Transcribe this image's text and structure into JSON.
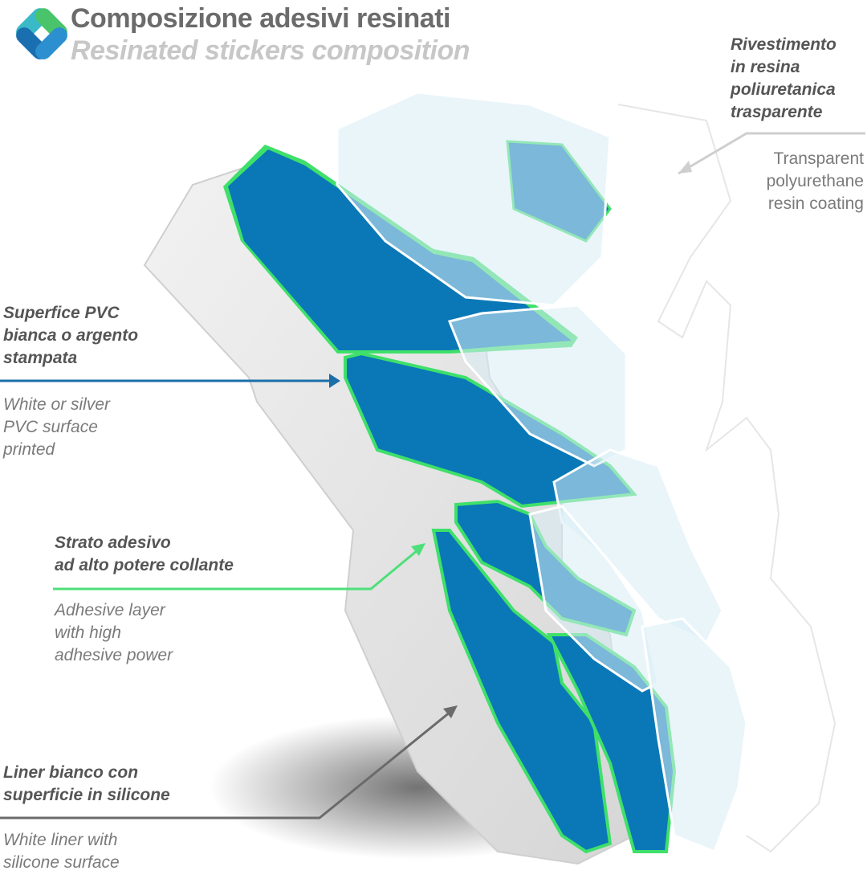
{
  "title": "Composizione adesivi resinati",
  "subtitle": "Resinated stickers composition",
  "colors": {
    "pvc_blue": "#0a78b6",
    "adhesive_green": "#3fe06a",
    "liner_grey": "#e4e4e4",
    "resin_clear": "#d8ecf5",
    "text_dark": "#555555",
    "text_light": "#7a7a7a"
  },
  "labels": {
    "resin": {
      "it": "Rivestimento\nin resina\npoliuretanica\ntrasparente",
      "en": "Transparent\npolyurethane\nresin coating"
    },
    "pvc": {
      "it": "Superfice PVC\nbianca o argento\nstampata",
      "en": "White or silver\nPVC surface\nprinted"
    },
    "adhesive": {
      "it": "Strato adesivo\nad alto potere collante",
      "en": "Adhesive layer\nwith high\nadhesive power"
    },
    "liner": {
      "it": "Liner bianco con\nsuperficie in silicone",
      "en": "White liner with\nsilicone surface"
    }
  }
}
